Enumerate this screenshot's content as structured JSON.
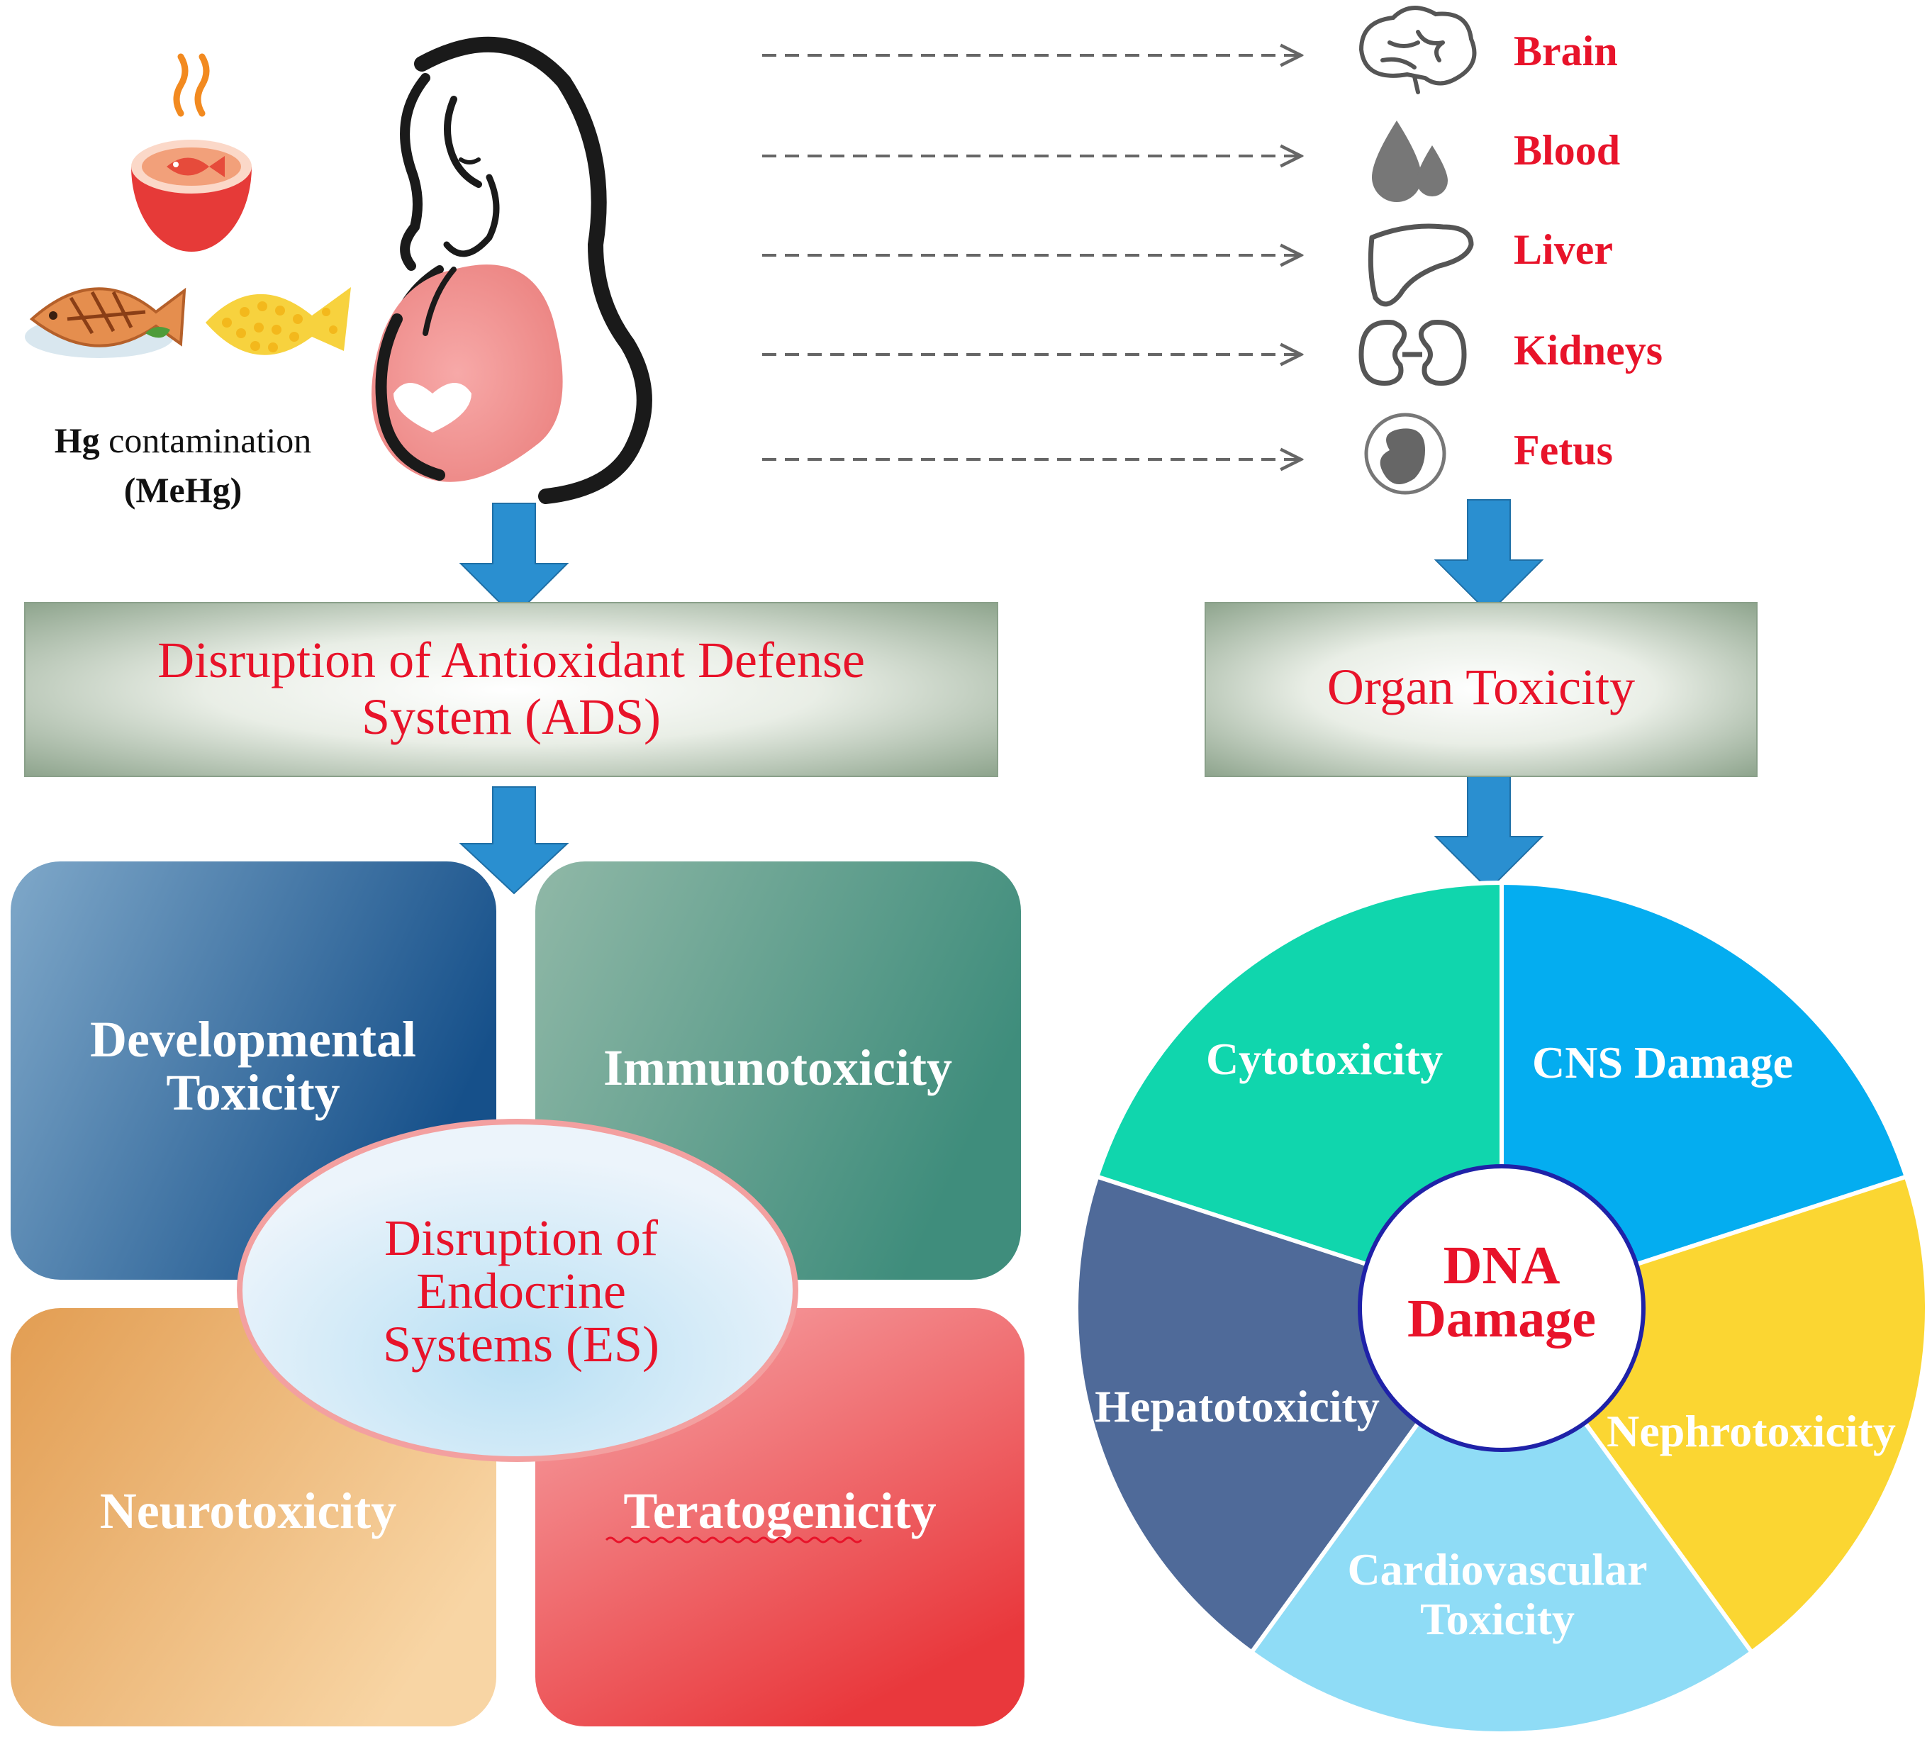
{
  "source": {
    "line1_bold": "Hg",
    "line1_rest": " contamination",
    "line2": "(MeHg)"
  },
  "organs": [
    {
      "label": "Brain",
      "icon": "brain-icon"
    },
    {
      "label": "Blood",
      "icon": "blood-drop-icon"
    },
    {
      "label": "Liver",
      "icon": "liver-icon"
    },
    {
      "label": "Kidneys",
      "icon": "kidneys-icon"
    },
    {
      "label": "Fetus",
      "icon": "fetus-icon"
    }
  ],
  "ads_box": {
    "line1": "Disruption of Antioxidant Defense",
    "line2": "System (ADS)"
  },
  "organ_box": {
    "label": "Organ Toxicity"
  },
  "toxicity_tiles": {
    "developmental": {
      "line1": "Developmental",
      "line2": "Toxicity"
    },
    "immuno": "Immunotoxicity",
    "neuro": "Neurotoxicity",
    "terato": "Teratogenicity"
  },
  "endocrine_ellipse": {
    "line1": "Disruption of",
    "line2": "Endocrine",
    "line3": "Systems (ES)"
  },
  "wheel": {
    "center": {
      "line1": "DNA",
      "line2": "Damage"
    },
    "segments": {
      "cytotoxicity": "Cytotoxicity",
      "cns": "CNS Damage",
      "nephro": "Nephrotoxicity",
      "cardio_line1": "Cardiovascular",
      "cardio_line2": "Toxicity",
      "hepato": "Hepatotoxicity"
    }
  },
  "colors": {
    "accent_red": "#e8132a",
    "arrow_blue": "#2a8fd0",
    "cytotoxicity": "#10d6ad",
    "cns": "#04adf0",
    "nephro": "#fbd632",
    "cardio": "#8fdcf6",
    "hepato": "#4f6a99"
  }
}
